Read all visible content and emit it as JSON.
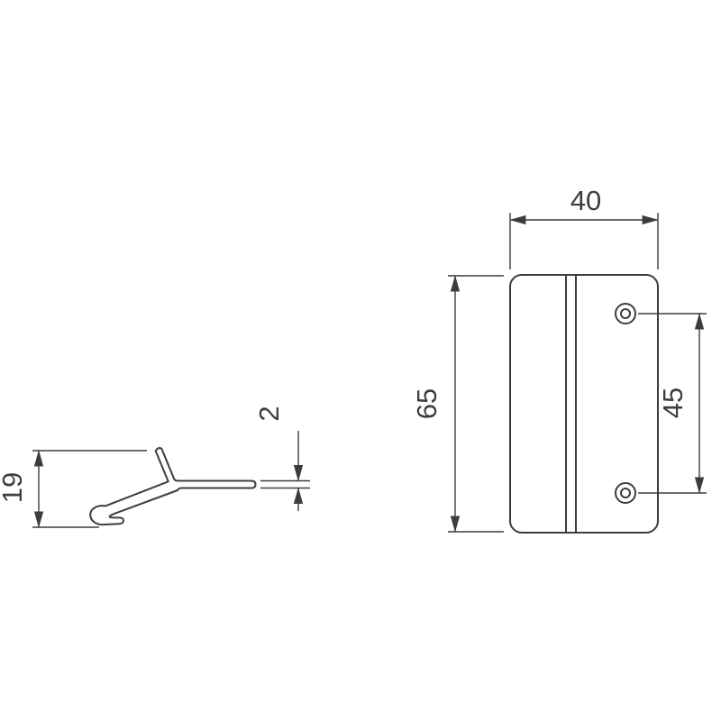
{
  "drawing": {
    "colors": {
      "line": "#3d3d3d",
      "background": "#ffffff"
    },
    "dimensions": {
      "plate_width": "40",
      "plate_height": "65",
      "hole_spacing": "45",
      "profile_height": "19",
      "profile_thickness": "2"
    }
  }
}
